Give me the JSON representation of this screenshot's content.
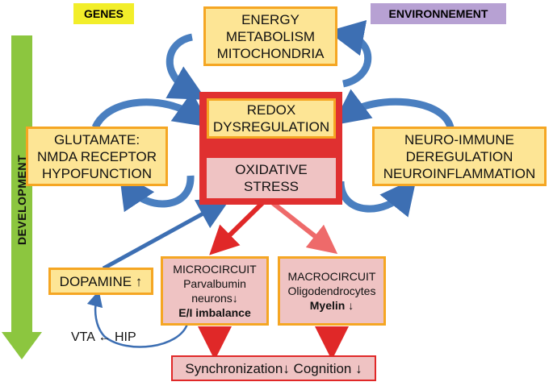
{
  "tags": {
    "genes": "GENES",
    "environment": "ENVIRONNEMENT",
    "development": "DEVELOPMENT"
  },
  "nodes": {
    "energy": [
      "ENERGY",
      "METABOLISM",
      "MITOCHONDRIA"
    ],
    "redox": [
      "REDOX",
      "DYSREGULATION"
    ],
    "oxidative": [
      "OXIDATIVE",
      "STRESS"
    ],
    "glutamate": [
      "GLUTAMATE:",
      "NMDA RECEPTOR",
      "HYPOFUNCTION"
    ],
    "neuroimmune": [
      "NEURO-IMMUNE",
      "DEREGULATION",
      "NEUROINFLAMMATION"
    ],
    "dopamine": "DOPAMINE ↑",
    "microcircuit": [
      "MICROCIRCUIT",
      "Parvalbumin",
      "neurons↓",
      "E/I imbalance"
    ],
    "macrocircuit": [
      "MACROCIRCUIT",
      "Oligodendrocytes",
      "Myelin ↓"
    ],
    "outcome": "Synchronization↓ Cognition ↓",
    "vta_hip": "VTA ← HIP"
  },
  "colors": {
    "yellow_fill": "#fde595",
    "orange_border": "#f5a623",
    "red_core": "#e03030",
    "pink_fill": "#efc3c3",
    "blue_arrow": "#4a7fc0",
    "red_arrow": "#e02828",
    "green_arrow": "#8cc63f",
    "genes_tag": "#f2ee2a",
    "environment_tag": "#b7a1d3"
  }
}
